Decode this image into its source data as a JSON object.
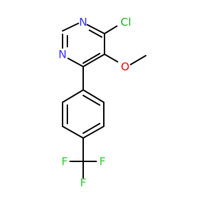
{
  "molecule": {
    "colors": {
      "bond": "#000000",
      "N": "#3333ff",
      "O": "#ff0000",
      "Cl": "#1fb31f",
      "F": "#33cc33"
    },
    "atoms": {
      "n1": "N",
      "n3": "N",
      "cl": "Cl",
      "o": "O",
      "f1": "F",
      "f2": "F",
      "f3": "F"
    }
  }
}
